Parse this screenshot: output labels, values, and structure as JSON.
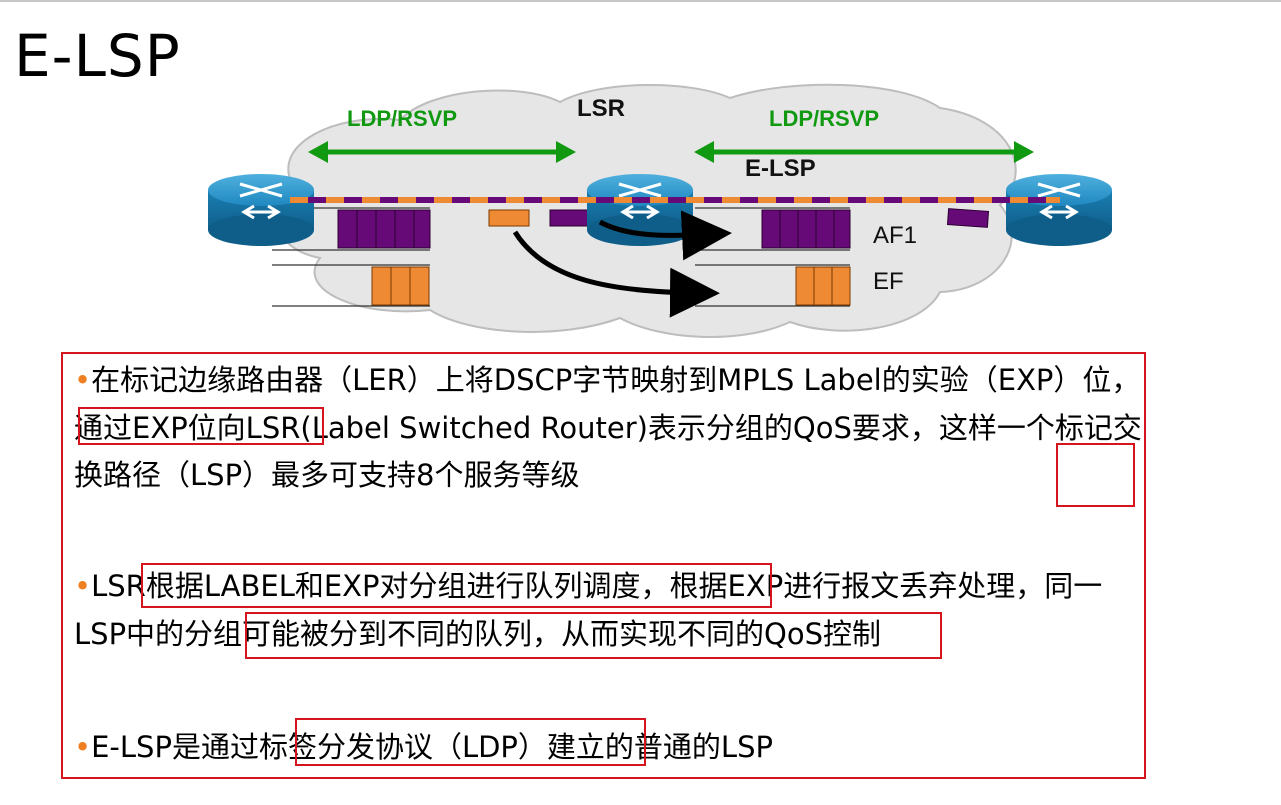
{
  "title": "E-LSP",
  "diagram": {
    "cloud_label": "LSR",
    "protocol_left": "LDP/RSVP",
    "protocol_right": "LDP/RSVP",
    "lsp_label": "E-LSP",
    "queue_af": "AF1",
    "queue_ef": "EF",
    "colors": {
      "protocol_arrow": "#119911",
      "af_packet": "#660a78",
      "ef_packet": "#ee8a33",
      "router": "#1a7fb3",
      "cloud": "#e6e6e6"
    }
  },
  "bullets": [
    {
      "marker": "•",
      "text": "在标记边缘路由器（LER）上将DSCP字节映射到MPLS Label的实验（EXP）位，通过EXP位向LSR(Label Switched Router)表示分组的QoS要求，这样一个标记交换路径（LSP）最多可支持8个服务等级"
    },
    {
      "marker": "•",
      "text": "LSR根据LABEL和EXP对分组进行队列调度，根据EXP进行报文丢弃处理，同一LSP中的分组可能被分到不同的队列，从而实现不同的QoS控制"
    },
    {
      "marker": "•",
      "text": "E-LSP是通过标签分发协议（LDP）建立的普通的LSP"
    }
  ]
}
